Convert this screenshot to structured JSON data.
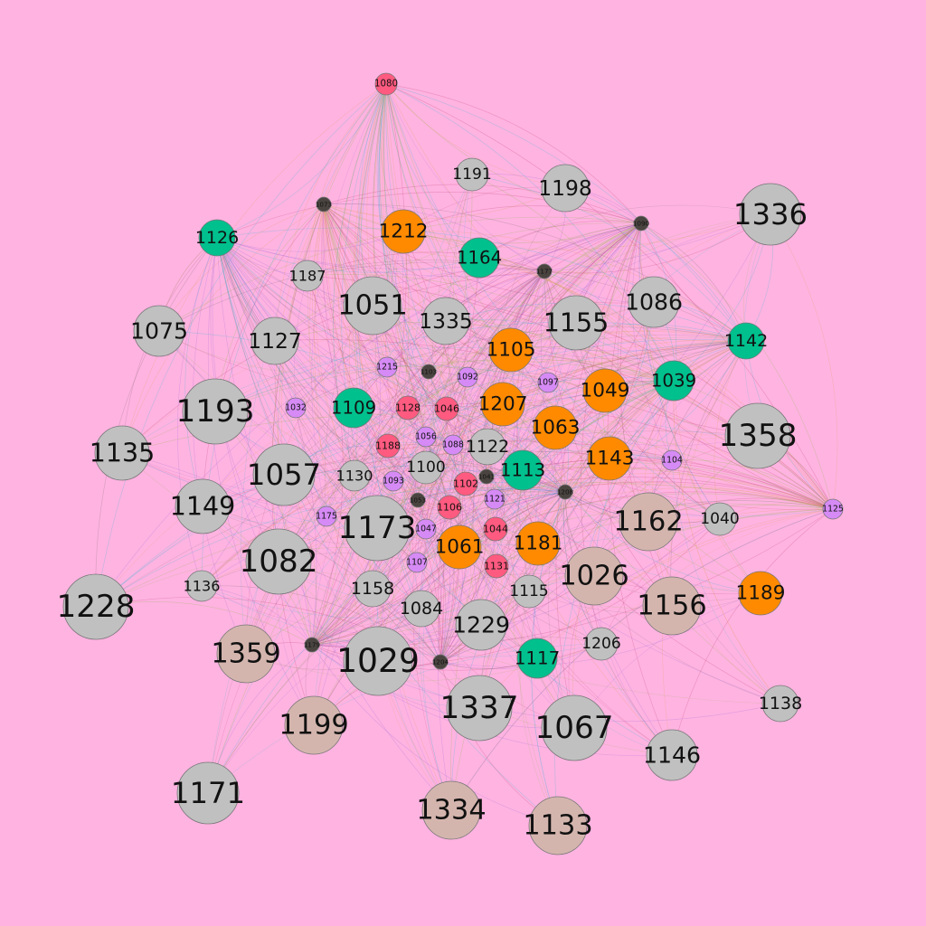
{
  "colors": {
    "background": "#ffb3e1",
    "gray": "#c0c0c0",
    "tan": "#d4b5ae",
    "orange": "#ff8a00",
    "teal": "#00c08e",
    "pink": "#ff5a80",
    "violet": "#d68af5",
    "dark": "#4a4440",
    "edge_palette": [
      "#2cb6d6",
      "#e0a060",
      "#8ab848",
      "#c04070",
      "#9a6ad6",
      "#7a7070"
    ]
  },
  "nodes": [
    {
      "id": "1080",
      "label": "1080",
      "group": "pink"
    },
    {
      "id": "1191",
      "label": "1191",
      "group": "gray"
    },
    {
      "id": "1198",
      "label": "1198",
      "group": "gray"
    },
    {
      "id": "1336",
      "label": "1336",
      "group": "gray"
    },
    {
      "id": "1073",
      "label": "1073",
      "group": "dark"
    },
    {
      "id": "1090",
      "label": "1090",
      "group": "dark"
    },
    {
      "id": "1126",
      "label": "1126",
      "group": "teal"
    },
    {
      "id": "1212",
      "label": "1212",
      "group": "orange"
    },
    {
      "id": "1164",
      "label": "1164",
      "group": "teal"
    },
    {
      "id": "1177",
      "label": "1177",
      "group": "dark"
    },
    {
      "id": "1187",
      "label": "1187",
      "group": "gray"
    },
    {
      "id": "1051",
      "label": "1051",
      "group": "gray"
    },
    {
      "id": "1335",
      "label": "1335",
      "group": "gray"
    },
    {
      "id": "1155",
      "label": "1155",
      "group": "gray"
    },
    {
      "id": "1086",
      "label": "1086",
      "group": "gray"
    },
    {
      "id": "1075",
      "label": "1075",
      "group": "gray"
    },
    {
      "id": "1127",
      "label": "1127",
      "group": "gray"
    },
    {
      "id": "1105",
      "label": "1105",
      "group": "orange"
    },
    {
      "id": "1142",
      "label": "1142",
      "group": "teal"
    },
    {
      "id": "1215",
      "label": "1215",
      "group": "violet"
    },
    {
      "id": "1103",
      "label": "1103",
      "group": "dark"
    },
    {
      "id": "1092",
      "label": "1092",
      "group": "violet"
    },
    {
      "id": "1097",
      "label": "1097",
      "group": "violet"
    },
    {
      "id": "1039",
      "label": "1039",
      "group": "teal"
    },
    {
      "id": "1049",
      "label": "1049",
      "group": "orange"
    },
    {
      "id": "1193",
      "label": "1193",
      "group": "gray"
    },
    {
      "id": "1032",
      "label": "1032",
      "group": "violet"
    },
    {
      "id": "1109",
      "label": "1109",
      "group": "teal"
    },
    {
      "id": "1128",
      "label": "1128",
      "group": "pink"
    },
    {
      "id": "1046",
      "label": "1046",
      "group": "pink"
    },
    {
      "id": "1207",
      "label": "1207",
      "group": "orange"
    },
    {
      "id": "1063",
      "label": "1063",
      "group": "orange"
    },
    {
      "id": "1358",
      "label": "1358",
      "group": "gray"
    },
    {
      "id": "1135",
      "label": "1135",
      "group": "gray"
    },
    {
      "id": "1056",
      "label": "1056",
      "group": "violet"
    },
    {
      "id": "1088",
      "label": "1088",
      "group": "violet"
    },
    {
      "id": "1188",
      "label": "1188",
      "group": "pink"
    },
    {
      "id": "1122",
      "label": "1122",
      "group": "gray"
    },
    {
      "id": "1143",
      "label": "1143",
      "group": "orange"
    },
    {
      "id": "1104",
      "label": "1104",
      "group": "violet"
    },
    {
      "id": "1057",
      "label": "1057",
      "group": "gray"
    },
    {
      "id": "1130",
      "label": "1130",
      "group": "gray"
    },
    {
      "id": "1100",
      "label": "1100",
      "group": "gray"
    },
    {
      "id": "1093",
      "label": "1093",
      "group": "violet"
    },
    {
      "id": "1041",
      "label": "1041",
      "group": "dark"
    },
    {
      "id": "1113",
      "label": "1113",
      "group": "teal"
    },
    {
      "id": "1102",
      "label": "1102",
      "group": "pink"
    },
    {
      "id": "1208",
      "label": "1208",
      "group": "dark"
    },
    {
      "id": "1149",
      "label": "1149",
      "group": "gray"
    },
    {
      "id": "1053",
      "label": "1053",
      "group": "dark"
    },
    {
      "id": "1121",
      "label": "1121",
      "group": "violet"
    },
    {
      "id": "1106",
      "label": "1106",
      "group": "pink"
    },
    {
      "id": "1125",
      "label": "1125",
      "group": "violet"
    },
    {
      "id": "1175",
      "label": "1175",
      "group": "violet"
    },
    {
      "id": "1173",
      "label": "1173",
      "group": "gray"
    },
    {
      "id": "1162",
      "label": "1162",
      "group": "tan"
    },
    {
      "id": "1040",
      "label": "1040",
      "group": "gray"
    },
    {
      "id": "1047",
      "label": "1047",
      "group": "violet"
    },
    {
      "id": "1044",
      "label": "1044",
      "group": "pink"
    },
    {
      "id": "1061",
      "label": "1061",
      "group": "orange"
    },
    {
      "id": "1181",
      "label": "1181",
      "group": "orange"
    },
    {
      "id": "1082",
      "label": "1082",
      "group": "gray"
    },
    {
      "id": "1107",
      "label": "1107",
      "group": "violet"
    },
    {
      "id": "1131",
      "label": "1131",
      "group": "pink"
    },
    {
      "id": "1026",
      "label": "1026",
      "group": "tan"
    },
    {
      "id": "1136",
      "label": "1136",
      "group": "gray"
    },
    {
      "id": "1158",
      "label": "1158",
      "group": "gray"
    },
    {
      "id": "1115",
      "label": "1115",
      "group": "gray"
    },
    {
      "id": "1189",
      "label": "1189",
      "group": "orange"
    },
    {
      "id": "1228",
      "label": "1228",
      "group": "gray"
    },
    {
      "id": "1084",
      "label": "1084",
      "group": "gray"
    },
    {
      "id": "1156",
      "label": "1156",
      "group": "tan"
    },
    {
      "id": "1229",
      "label": "1229",
      "group": "gray"
    },
    {
      "id": "1359",
      "label": "1359",
      "group": "tan"
    },
    {
      "id": "1179",
      "label": "1179",
      "group": "dark"
    },
    {
      "id": "1206",
      "label": "1206",
      "group": "gray"
    },
    {
      "id": "1029",
      "label": "1029",
      "group": "gray"
    },
    {
      "id": "1204",
      "label": "1204",
      "group": "dark"
    },
    {
      "id": "1117",
      "label": "1117",
      "group": "teal"
    },
    {
      "id": "1337",
      "label": "1337",
      "group": "gray"
    },
    {
      "id": "1138",
      "label": "1138",
      "group": "gray"
    },
    {
      "id": "1199",
      "label": "1199",
      "group": "tan"
    },
    {
      "id": "1067",
      "label": "1067",
      "group": "gray"
    },
    {
      "id": "1146",
      "label": "1146",
      "group": "gray"
    },
    {
      "id": "1171",
      "label": "1171",
      "group": "gray"
    },
    {
      "id": "1334",
      "label": "1334",
      "group": "tan"
    },
    {
      "id": "1133",
      "label": "1133",
      "group": "tan"
    }
  ]
}
